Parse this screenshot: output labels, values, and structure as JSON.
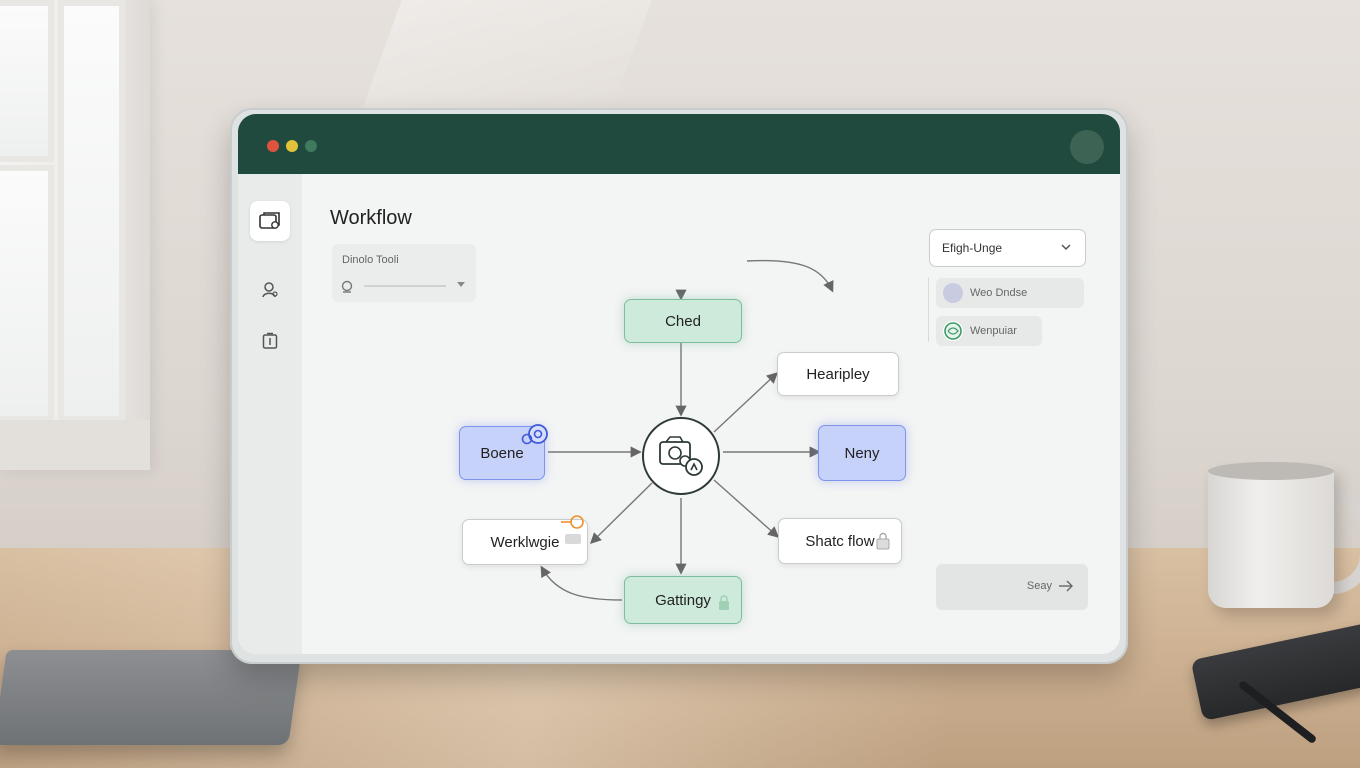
{
  "window": {
    "traffic_lights": [
      "#e0533e",
      "#e2c23a",
      "#3f7a5e"
    ],
    "titlebar_color": "#1f4a3d"
  },
  "sidebar": {
    "items": [
      {
        "icon": "cards-icon",
        "active": true
      },
      {
        "icon": "user-icon",
        "active": false
      },
      {
        "icon": "clipboard-icon",
        "active": false
      }
    ]
  },
  "main": {
    "title": "Workflow",
    "tool_panel": {
      "label": "Dinolo Tooli"
    }
  },
  "workflow": {
    "hub_icon": "camera-gear-icon",
    "nodes": {
      "top": {
        "label": "Ched",
        "color": "green"
      },
      "upper_right": {
        "label": "Hearipley",
        "color": "white"
      },
      "left": {
        "label": "Boene",
        "color": "blue",
        "icon": "gear-icon"
      },
      "right": {
        "label": "Neny",
        "color": "blue"
      },
      "lower_left": {
        "label": "Werklwgie",
        "color": "white",
        "icon": "plug-icon"
      },
      "lower_right": {
        "label": "Shatc flow",
        "color": "white",
        "icon": "lock-icon"
      },
      "bottom": {
        "label": "Gattingy",
        "color": "green",
        "icon": "lock-icon"
      }
    }
  },
  "right_panel": {
    "dropdown": {
      "selected": "Efigh-Unge"
    },
    "items": [
      {
        "label": "Weo Dndse",
        "icon": "circle-avatar-icon"
      },
      {
        "label": "Wenpuiar",
        "icon": "green-globe-icon"
      }
    ],
    "save_button": {
      "label": "Seay"
    }
  },
  "colors": {
    "green_node_fill": "#cdeadb",
    "blue_node_fill": "#c7d2fb",
    "accent_dark": "#1f4a3d"
  }
}
